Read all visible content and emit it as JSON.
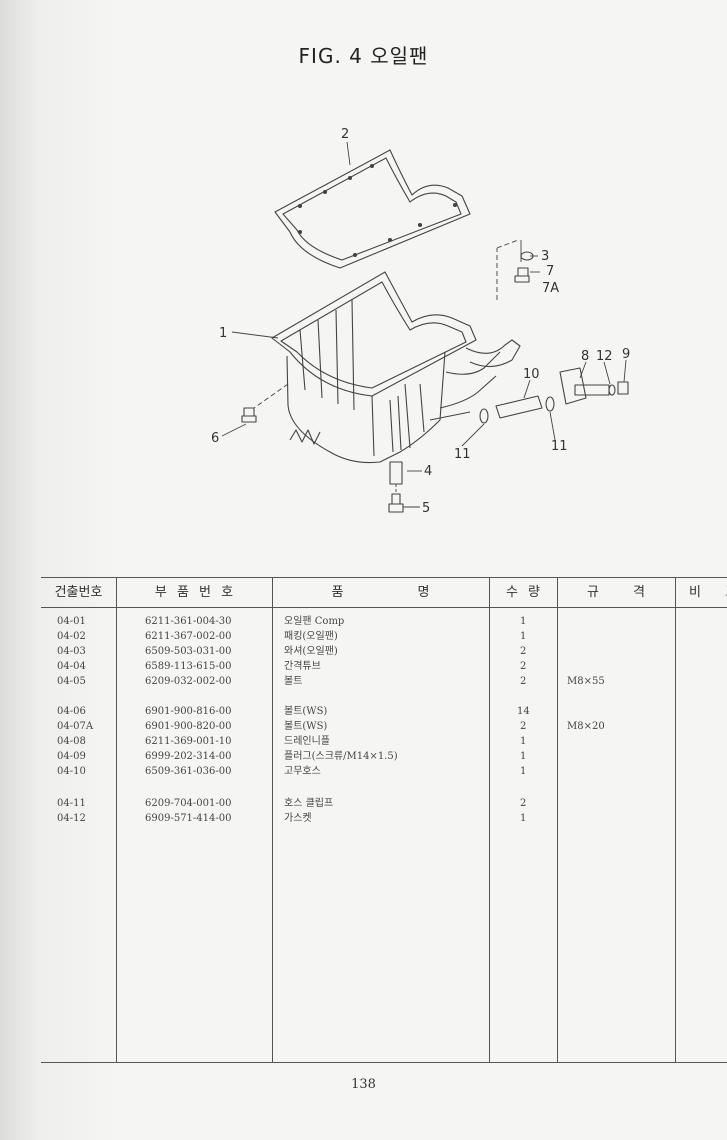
{
  "title": "FIG. 4 오일팬",
  "callouts": [
    "2",
    "3",
    "7",
    "7A",
    "1",
    "8",
    "12",
    "9",
    "10",
    "6",
    "11",
    "11",
    "4",
    "5"
  ],
  "table": {
    "headers": [
      "건출번호",
      "부 품 번 호",
      "품 명",
      "수 량",
      "규 격",
      "비 고"
    ],
    "rows": [
      {
        "no": "04-01",
        "part": "6211-361-004-30",
        "name": "오일팬 Comp",
        "qty": "1",
        "spec": ""
      },
      {
        "no": "04-02",
        "part": "6211-367-002-00",
        "name": "패킹(오일팬)",
        "qty": "1",
        "spec": ""
      },
      {
        "no": "04-03",
        "part": "6509-503-031-00",
        "name": "와셔(오일팬)",
        "qty": "2",
        "spec": ""
      },
      {
        "no": "04-04",
        "part": "6589-113-615-00",
        "name": "간격튜브",
        "qty": "2",
        "spec": ""
      },
      {
        "no": "04-05",
        "part": "6209-032-002-00",
        "name": "볼트",
        "qty": "2",
        "spec": "M8×55"
      },
      {
        "no": "04-06",
        "part": "6901-900-816-00",
        "name": "볼트(WS)",
        "qty": "14",
        "spec": ""
      },
      {
        "no": "04-07A",
        "part": "6901-900-820-00",
        "name": "볼트(WS)",
        "qty": "2",
        "spec": "M8×20"
      },
      {
        "no": "04-08",
        "part": "6211-369-001-10",
        "name": "드레인니플",
        "qty": "1",
        "spec": ""
      },
      {
        "no": "04-09",
        "part": "6999-202-314-00",
        "name": "플러그(스크류/M14×1.5)",
        "qty": "1",
        "spec": ""
      },
      {
        "no": "04-10",
        "part": "6509-361-036-00",
        "name": "고무호스",
        "qty": "1",
        "spec": ""
      },
      {
        "no": "04-11",
        "part": "6209-704-001-00",
        "name": "호스 클립프",
        "qty": "2",
        "spec": ""
      },
      {
        "no": "04-12",
        "part": "6909-571-414-00",
        "name": "가스켓",
        "qty": "1",
        "spec": ""
      }
    ]
  },
  "page_number": "138"
}
